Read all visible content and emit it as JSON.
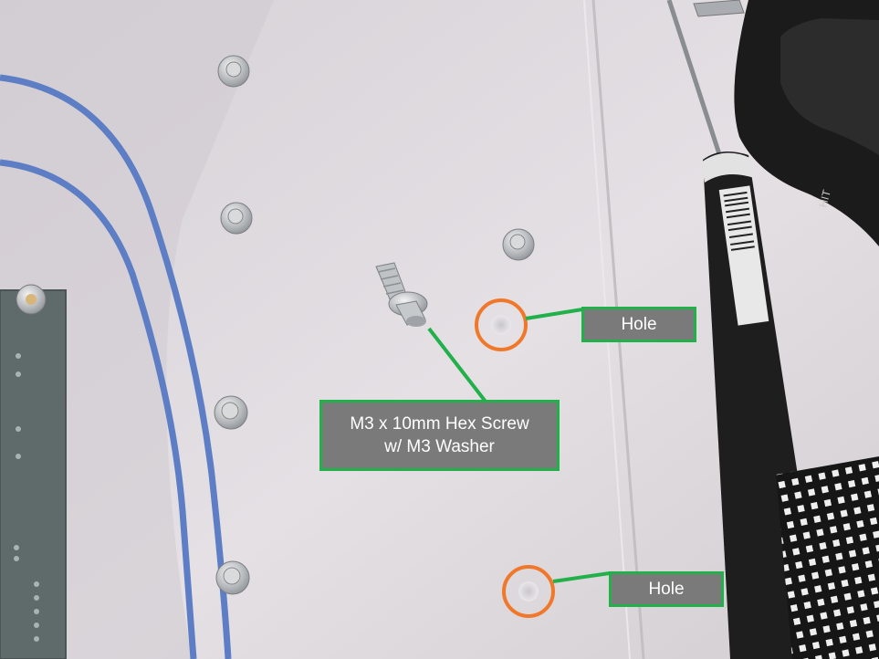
{
  "annotations": {
    "screw_label": {
      "line1": "M3 x 10mm Hex Screw",
      "line2": "w/ M3 Washer"
    },
    "hole_label_1": "Hole",
    "hole_label_2": "Hole"
  },
  "colors": {
    "label_fill": "#7a7a7a",
    "label_border": "#22b04a",
    "leader_line": "#22b04a",
    "hole_ring": "#f0782a",
    "panel": "#dcd8dc",
    "cable": "#5d7ec4",
    "screwdriver_handle": "#1e1e1e"
  }
}
